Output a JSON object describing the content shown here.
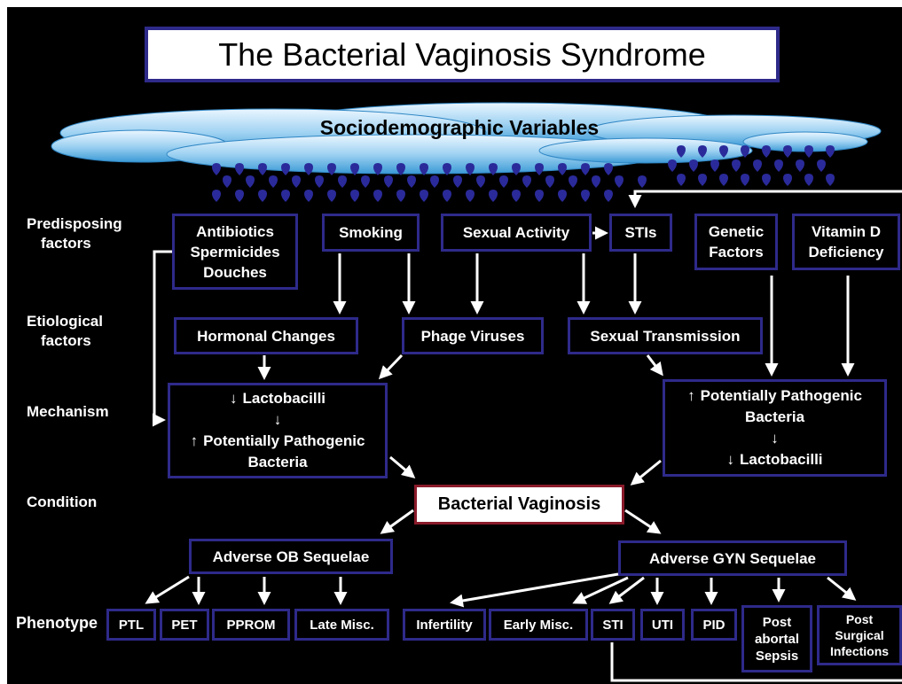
{
  "title": "The Bacterial Vaginosis Syndrome",
  "cloud_label": "Sociodemographic Variables",
  "row_labels": {
    "predisposing": [
      "Predisposing",
      "factors"
    ],
    "etiological": [
      "Etiological",
      "factors"
    ],
    "mechanism": "Mechanism",
    "condition": "Condition",
    "phenotype": "Phenotype"
  },
  "predisposing": {
    "antibiotics": [
      "Antibiotics",
      "Spermicides",
      "Douches"
    ],
    "smoking": "Smoking",
    "sexual_activity": "Sexual Activity",
    "stis": "STIs",
    "genetic": [
      "Genetic",
      "Factors"
    ],
    "vitamin_d": [
      "Vitamin D",
      "Deficiency"
    ]
  },
  "etiological": {
    "hormonal": "Hormonal Changes",
    "phage": "Phage Viruses",
    "sexual_transmission": "Sexual Transmission"
  },
  "mechanism_left": {
    "line1": "Lactobacilli",
    "line2": "Potentially Pathogenic",
    "line3": "Bacteria"
  },
  "mechanism_right": {
    "line1": "Potentially Pathogenic",
    "line2": "Bacteria",
    "line3": "Lactobacilli"
  },
  "condition": "Bacterial Vaginosis",
  "sequelae": {
    "ob": "Adverse OB Sequelae",
    "gyn": "Adverse GYN Sequelae"
  },
  "phenotypes": {
    "ptl": "PTL",
    "pet": "PET",
    "pprom": "PPROM",
    "late_misc": "Late Misc.",
    "infertility": "Infertility",
    "early_misc": "Early Misc.",
    "sti": "STI",
    "uti": "UTI",
    "pid": "PID",
    "post_abortal": [
      "Post",
      "abortal",
      "Sepsis"
    ],
    "post_surgical": [
      "Post",
      "Surgical",
      "Infections"
    ]
  },
  "colors": {
    "background": "#000000",
    "box_border": "#2e2a8a",
    "condition_border": "#8a1a2a",
    "cloud": "#7fc4ee",
    "rain": "#2a2a9a",
    "text": "#ffffff"
  },
  "icons": [
    "up-arrow-icon",
    "down-arrow-icon",
    "raindrop-icon",
    "cloud-icon"
  ]
}
